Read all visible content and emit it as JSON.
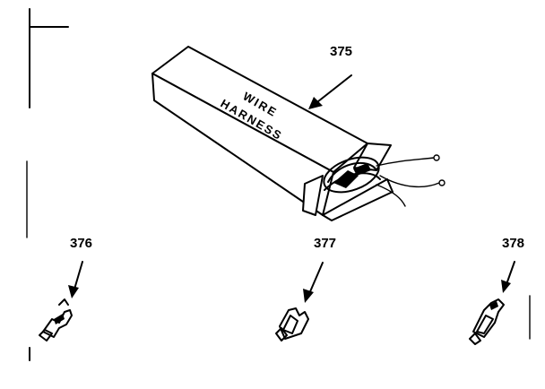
{
  "diagram": {
    "parts": [
      {
        "id": "375",
        "label": "375",
        "box_text": [
          "WIRE",
          "HARNESS"
        ]
      },
      {
        "id": "376",
        "label": "376"
      },
      {
        "id": "377",
        "label": "377"
      },
      {
        "id": "378",
        "label": "378"
      }
    ]
  }
}
